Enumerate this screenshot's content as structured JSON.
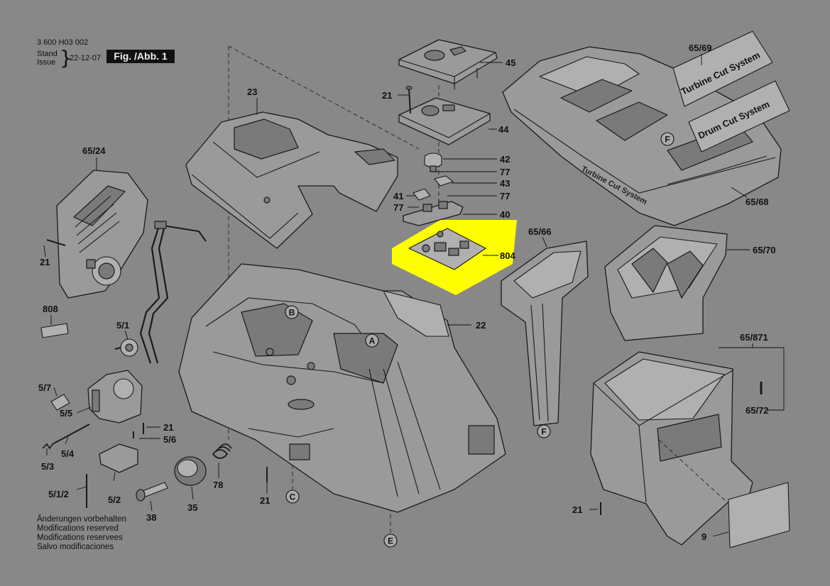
{
  "header": {
    "doc_number": "3 600 H03 002",
    "stand_label": "Stand",
    "issue_label": "Issue",
    "date": "22-12-07",
    "figure_label": "Fig. /Abb. 1"
  },
  "notes": [
    "Änderungen vorbehalten",
    "Modifications reserved",
    "Modifications reservees",
    "Salvo modificaciones"
  ],
  "sticker_texts": {
    "turbine_sticker": "Turbine Cut System",
    "drum_sticker": "Drum Cut System",
    "lid_embossing": "Turbine Cut System"
  },
  "highlight_color": "#ffff00",
  "part_labels": {
    "p45": "45",
    "p21a": "21",
    "p44": "44",
    "p23": "23",
    "p42": "42",
    "p77a": "77",
    "p43": "43",
    "p41": "41",
    "p77b": "77",
    "p77c": "77",
    "p40": "40",
    "p804": "804",
    "p65_69": "65/69",
    "p65_68": "65/68",
    "p65_66": "65/66",
    "p65_70": "65/70",
    "p65_871": "65/871",
    "p65_72": "65/72",
    "p65_24": "65/24",
    "p21b": "21",
    "p808": "808",
    "p5_1": "5/1",
    "p5_7": "5/7",
    "p5_5": "5/5",
    "p5_4": "5/4",
    "p5_3": "5/3",
    "p5_1_2": "5/1/2",
    "p5_2": "5/2",
    "p21c": "21",
    "p5_6": "5/6",
    "p38": "38",
    "p35": "35",
    "p78": "78",
    "p21d": "21",
    "p22": "22",
    "p21e": "21",
    "p9": "9"
  },
  "section_markers": {
    "A": "A",
    "B": "B",
    "C": "C",
    "E": "E",
    "F_upper": "F",
    "F_lower": "F"
  }
}
